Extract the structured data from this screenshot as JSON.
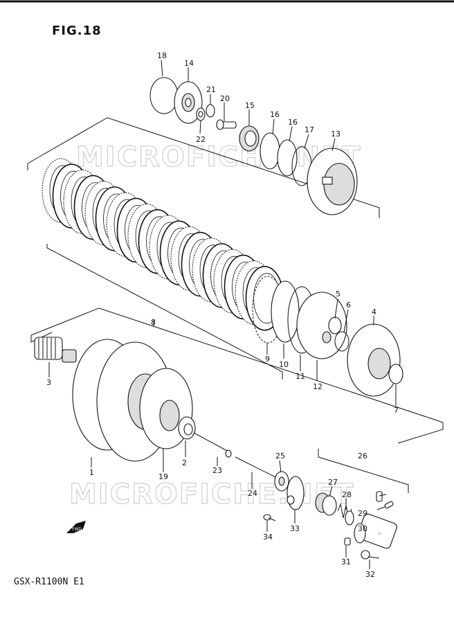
{
  "figure": {
    "title": "FIG.18",
    "model": "GSX-R1100N E1"
  },
  "watermark": {
    "text": "MICROFICHE.NET"
  },
  "fwd_badge": "FWD",
  "callouts": [
    "18",
    "14",
    "21",
    "20",
    "15",
    "16",
    "16",
    "17",
    "13",
    "22",
    "8",
    "5",
    "6",
    "4",
    "9",
    "10",
    "11",
    "12",
    "7",
    "3",
    "1",
    "19",
    "2",
    "23",
    "25",
    "26",
    "24",
    "27",
    "28",
    "29",
    "30",
    "33",
    "34",
    "31",
    "32"
  ]
}
